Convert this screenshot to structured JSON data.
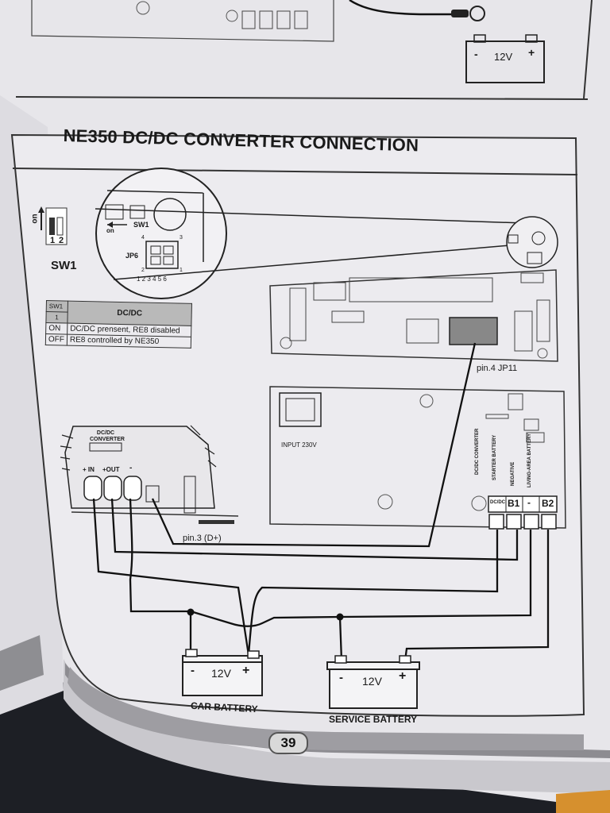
{
  "title": "NE350 DC/DC CONVERTER CONNECTION",
  "page_number": "39",
  "top_battery": {
    "voltage": "12V",
    "minus": "-",
    "plus": "+"
  },
  "switch_inset": {
    "on_label": "on",
    "pos_1": "1",
    "pos_2": "2",
    "sw1_label": "SW1",
    "zoom_sw1_label": "SW1",
    "zoom_on_label": "on",
    "jp6_label": "JP6",
    "pin_numbers": "1 2 3 4 5 6",
    "pin_4": "4",
    "pin_3": "3",
    "pin_2": "2",
    "pin_1": "1"
  },
  "sw_table": {
    "header_left": "SW1",
    "header_right": "DC/DC",
    "header_sub": "1",
    "rows": [
      {
        "state": "ON",
        "desc": "DC/DC prensent,  RE8 disabled"
      },
      {
        "state": "OFF",
        "desc": "RE8 controlled by NE350"
      }
    ]
  },
  "labels": {
    "pin4": "pin.4 JP11",
    "pin3": "pin.3 (D+)",
    "input": "INPUT 230V",
    "converter_box_title": "DC/DC CONVERTER",
    "converter_in": "+ IN",
    "converter_out": "+OUT",
    "converter_neg": "-",
    "term_dcdc_label": "DC/DC CONVERTER",
    "term_b1_label": "STARTER BATTERY",
    "term_neg_label": "NEGATIVE",
    "term_b2_label": "LIVING-AREA BATTERY",
    "term_dcdc": "DC/DC",
    "term_b1": "B1",
    "term_neg": "-",
    "term_b2": "B2"
  },
  "car_battery": {
    "voltage": "12V",
    "minus": "-",
    "plus": "+",
    "name": "CAR BATTERY"
  },
  "service_battery": {
    "voltage": "12V",
    "minus": "-",
    "plus": "+",
    "name": "SERVICE BATTERY"
  }
}
